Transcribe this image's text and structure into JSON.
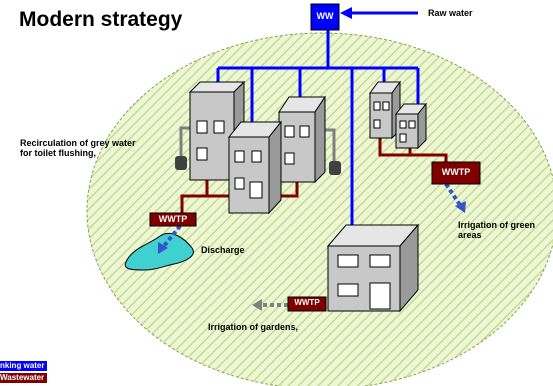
{
  "title": "Modern strategy",
  "boxes": {
    "ww": "WW",
    "wwtp_left": "WWTP",
    "wwtp_right": "WWTP",
    "wwtp_bottom": "WWTP"
  },
  "labels": {
    "raw_water": "Raw water",
    "recirculation_line1": "Recirculation of grey water",
    "recirculation_line2": "for toilet flushing,",
    "discharge": "Discharge",
    "irrigation_green_line1": "Irrigation of green",
    "irrigation_green_line2": "areas",
    "irrigation_gardens": "Irrigation of gardens,"
  },
  "legend": {
    "drinking_water": "nking water",
    "wastewater": "Wastewater"
  },
  "colors": {
    "drinking_water": "#0000ff",
    "wastewater": "#800000",
    "treated_water": "#3355cc",
    "area_fill": "#d8e8a8",
    "lake": "#40d0d0",
    "building": "#c8c8c8"
  }
}
